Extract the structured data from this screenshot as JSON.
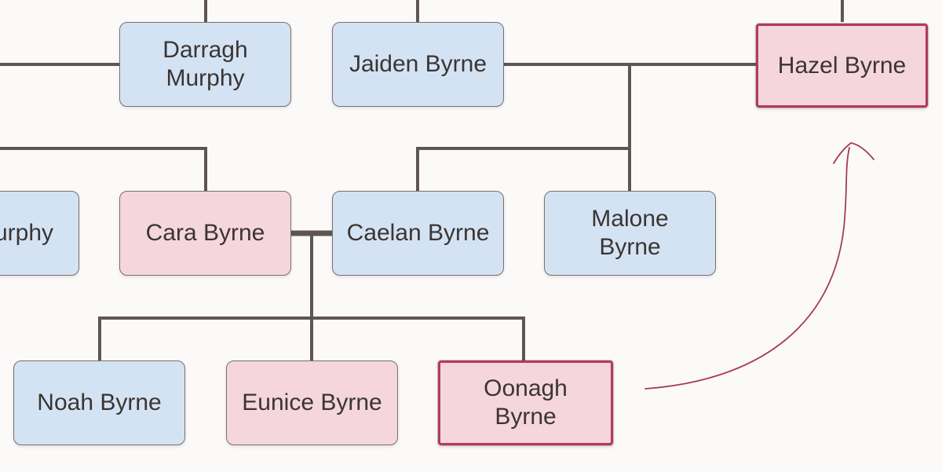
{
  "people": {
    "darragh": "Darragh Murphy",
    "jaiden": "Jaiden Byrne",
    "hazel": "Hazel Byrne",
    "murphy_partial": "urphy",
    "cara": "Cara Byrne",
    "caelan": "Caelan Byrne",
    "malone": "Malone Byrne",
    "noah": "Noah Byrne",
    "eunice": "Eunice Byrne",
    "oonagh": "Oonagh Byrne"
  },
  "colors": {
    "male_fill": "#d4e3f4",
    "female_fill": "#f4d6dc",
    "highlight_border": "#b23a5f",
    "connector": "#5f5552",
    "annotation_arrow": "#a83a5c"
  }
}
